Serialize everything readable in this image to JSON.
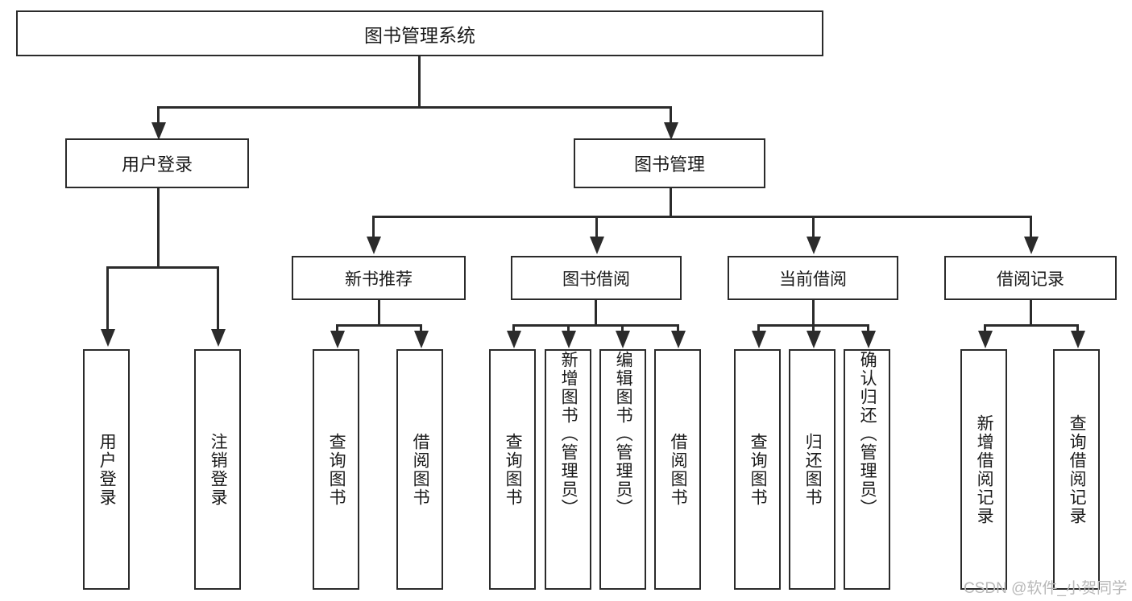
{
  "diagram": {
    "type": "tree-hierarchy-flowchart",
    "root": {
      "label": "图书管理系统"
    },
    "level1": [
      {
        "label": "用户登录"
      },
      {
        "label": "图书管理"
      }
    ],
    "level2": [
      {
        "label": "新书推荐"
      },
      {
        "label": "图书借阅"
      },
      {
        "label": "当前借阅"
      },
      {
        "label": "借阅记录"
      }
    ],
    "leaves": {
      "user_login": [
        {
          "label": "用户登录"
        },
        {
          "label": "注销登录"
        }
      ],
      "new_book_recommend": [
        {
          "label": "查询图书"
        },
        {
          "label": "借阅图书"
        }
      ],
      "book_borrow": [
        {
          "label": "查询图书"
        },
        {
          "label": "新增图书（管理员）"
        },
        {
          "label": "编辑图书（管理员）"
        },
        {
          "label": "借阅图书"
        }
      ],
      "current_borrow": [
        {
          "label": "查询图书"
        },
        {
          "label": "归还图书"
        },
        {
          "label": "确认归还（管理员）"
        }
      ],
      "borrow_record": [
        {
          "label": "新增借阅记录"
        },
        {
          "label": "查询借阅记录"
        }
      ]
    }
  },
  "watermark": {
    "text": "CSDN @软件_小贺同学"
  },
  "colors": {
    "stroke": "#2b2b2b",
    "box_fill": "#ffffff",
    "text": "#1a1a1a",
    "watermark": "#b8b8b8",
    "background": "#ffffff"
  }
}
